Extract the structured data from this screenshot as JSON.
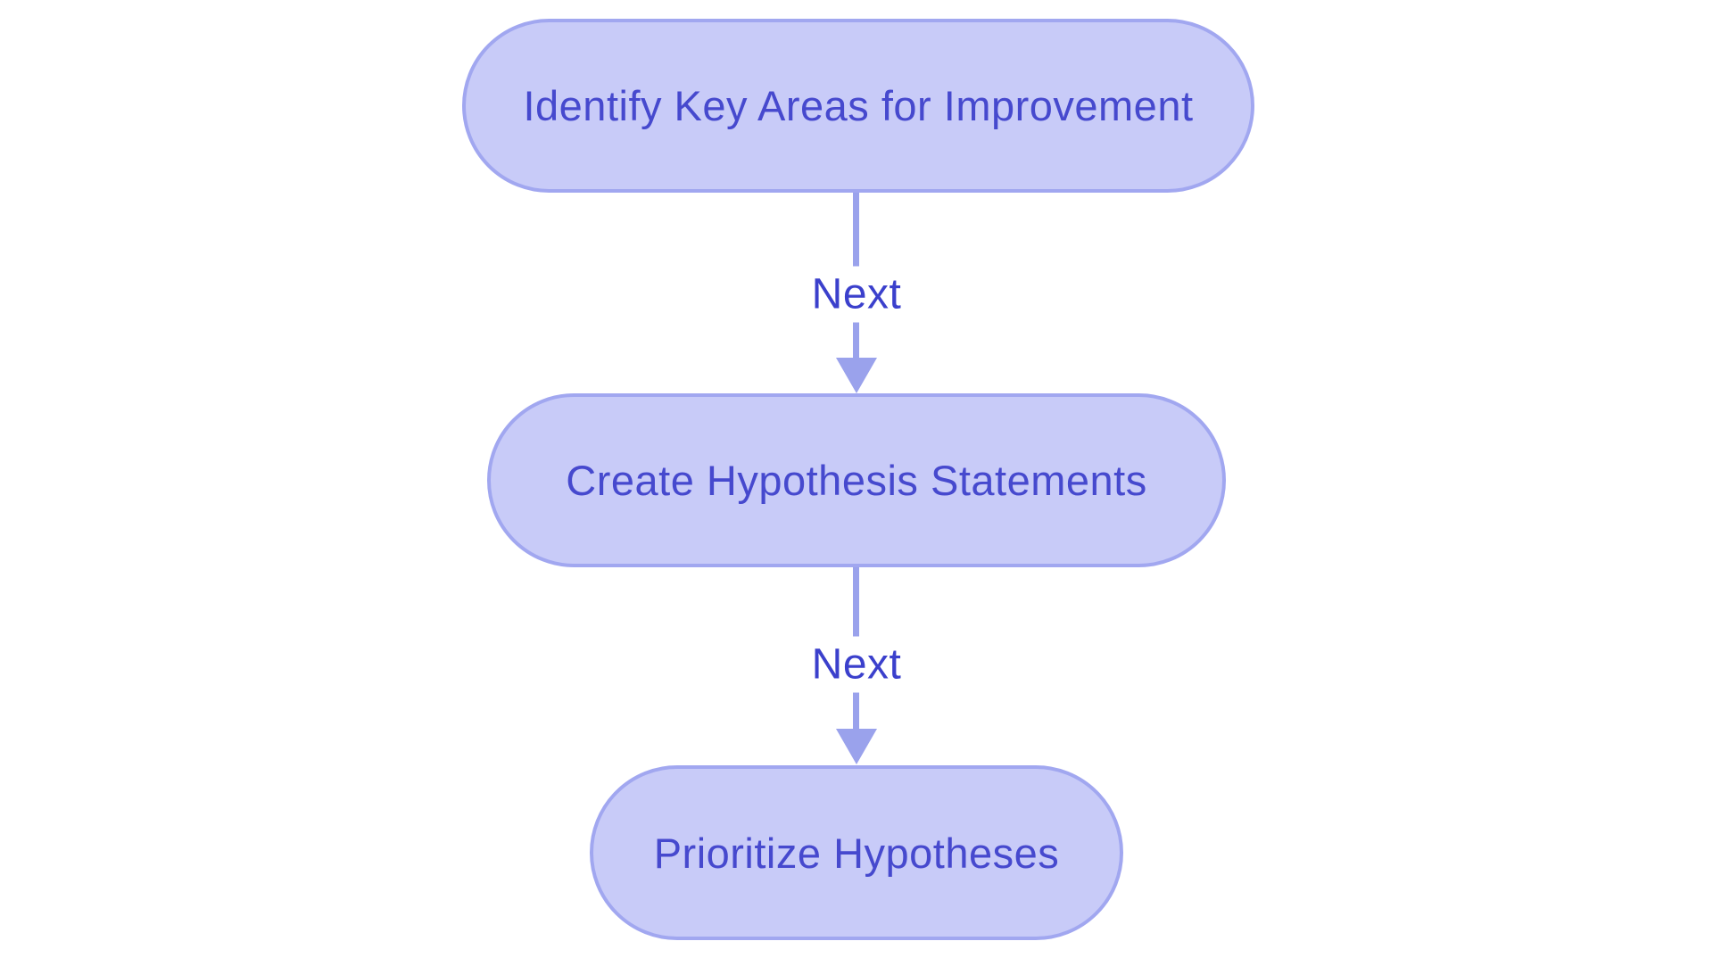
{
  "diagram": {
    "type": "flowchart",
    "direction": "top-down",
    "colors": {
      "background": "#ffffff",
      "node_fill": "#c8cbf8",
      "node_border": "#a1a7f0",
      "node_text": "#4649ce",
      "edge_line": "#9aa2ec",
      "edge_label_text": "#3b40cc"
    },
    "nodes": [
      {
        "id": "identify-key-areas",
        "label": "Identify Key Areas for Improvement"
      },
      {
        "id": "create-hypothesis-statements",
        "label": "Create Hypothesis Statements"
      },
      {
        "id": "prioritize-hypotheses",
        "label": "Prioritize Hypotheses"
      }
    ],
    "edges": [
      {
        "from": "identify-key-areas",
        "to": "create-hypothesis-statements",
        "label": "Next"
      },
      {
        "from": "create-hypothesis-statements",
        "to": "prioritize-hypotheses",
        "label": "Next"
      }
    ]
  }
}
